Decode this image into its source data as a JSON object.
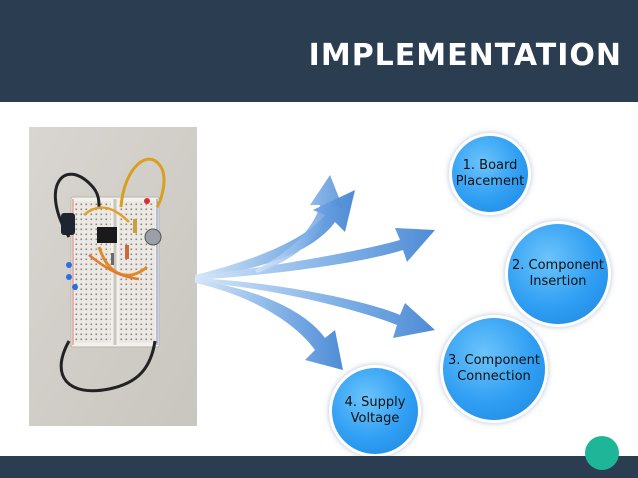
{
  "slide": {
    "title": "IMPLEMENTATION"
  },
  "steps": [
    {
      "label": "1. Board\nPlacement"
    },
    {
      "label": "2. Component\nInsertion"
    },
    {
      "label": "3. Component\nConnection"
    },
    {
      "label": "4. Supply\nVoltage"
    }
  ],
  "colors": {
    "header": "#2b3d51",
    "bubble": "#2f9ef3",
    "arrow": "#6a9fdc",
    "footer_dot": "#1fb598"
  }
}
